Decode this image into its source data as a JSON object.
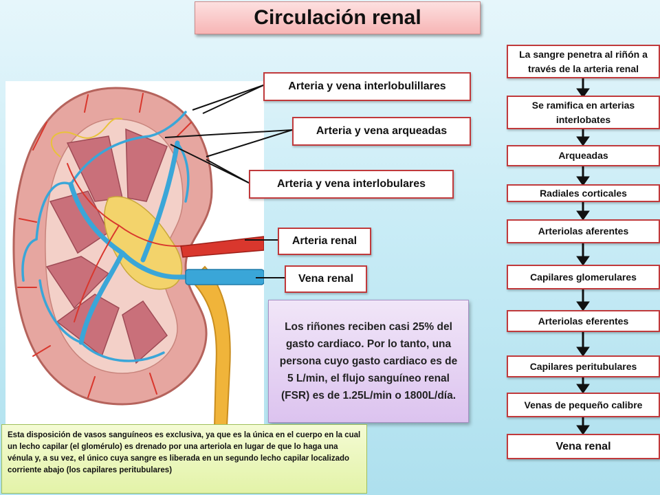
{
  "title": "Circulación renal",
  "labels": {
    "interlobulillares": "Arteria y vena interlobulillares",
    "arqueadas": "Arteria y vena arqueadas",
    "interlobulares": "Arteria y vena interlobulares",
    "arteria_renal": "Arteria renal",
    "vena_renal": "Vena renal"
  },
  "flow": [
    "La sangre penetra al riñón a través de la arteria renal",
    "Se ramifica en arterias interlobates",
    "Arqueadas",
    "Radiales corticales",
    "Arteriolas aferentes",
    "Capilares glomerulares",
    "Arteriolas eferentes",
    "Capilares peritubulares",
    "Venas de pequeño calibre",
    "Vena renal"
  ],
  "info": "Los riñones reciben casi 25% del gasto cardiaco. Por lo tanto, una persona cuyo gasto cardiaco es de 5 L/min, el flujo sanguíneo renal (FSR) es de 1.25L/min o 1800L/día.",
  "note": "Esta disposición de vasos sanguíneos es exclusiva, ya que es la única en el cuerpo en la cual un lecho capilar (el glomérulo) es drenado por una arteriola en lugar de que lo haga una vénula y, a su vez, el único cuya sangre es liberada en un segundo lecho capilar localizado corriente abajo (los capilares peritubulares)",
  "colors": {
    "artery": "#d9372d",
    "vein": "#3aa6d8",
    "ureter": "#f0b43a",
    "cortex": "#e6a6a0",
    "pyramid": "#c9707a"
  }
}
